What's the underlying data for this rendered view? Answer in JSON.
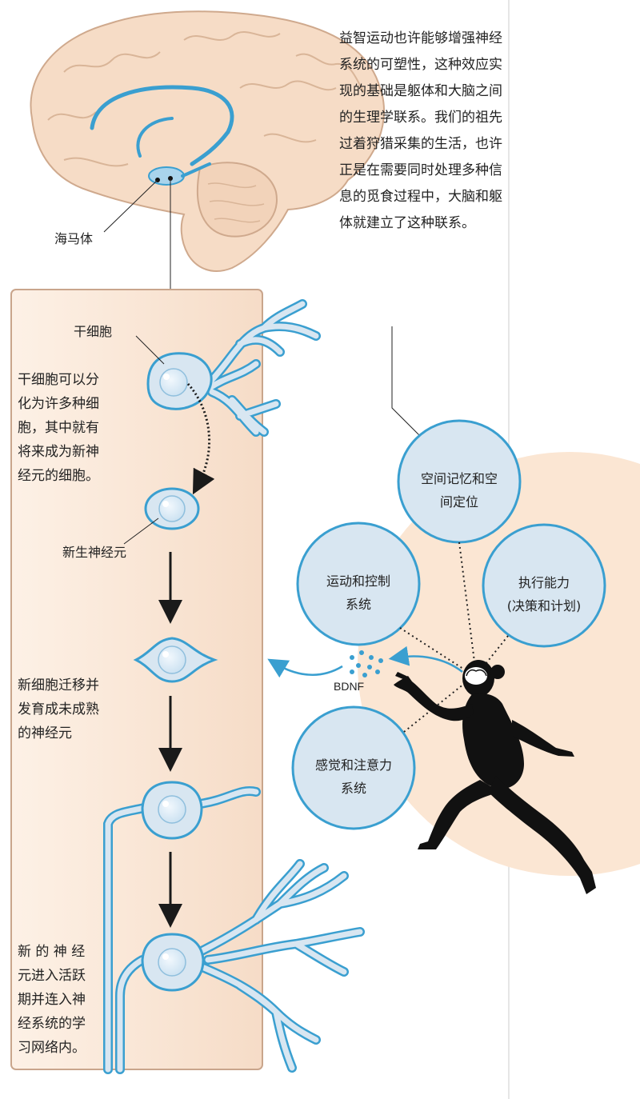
{
  "intro_text": "益智运动也许能够增强神经系统的可塑性，这种效应实现的基础是躯体和大脑之间的生理学联系。我们的祖先过着狩猎采集的生活，也许正是在需要同时处理多种信息的觅食过程中，大脑和躯体就建立了这种联系。",
  "brain": {
    "hippocampus_label": "海马体"
  },
  "neuro_stages": {
    "stem_cell_label": "干细胞",
    "stem_cell_desc": [
      "干细胞可以分",
      "化为许多种细",
      "胞，其中就有",
      "将来成为新神",
      "经元的细胞。"
    ],
    "new_neuron_label": "新生神经元",
    "migrate_desc": [
      "新细胞迁移并",
      "发育成未成熟",
      "的神经元"
    ],
    "network_desc": [
      "新 的 神 经",
      "元进入活跃",
      "期并连入神",
      "经系统的学",
      "习网络内。"
    ]
  },
  "bdnf_label": "BDNF",
  "systems": [
    {
      "id": "spatial",
      "lines": [
        "空间记忆和空",
        "间定位"
      ]
    },
    {
      "id": "motor",
      "lines": [
        "运动和控制",
        "系统"
      ]
    },
    {
      "id": "executive",
      "lines": [
        "执行能力",
        "(决策和计划)"
      ]
    },
    {
      "id": "sensory",
      "lines": [
        "感觉和注意力",
        "系统"
      ]
    }
  ],
  "colors": {
    "panel_fill": "#fbe7d6",
    "panel_stroke": "#c9a58c",
    "brain_fill": "#f6dcc6",
    "brain_stroke": "#cfa98d",
    "hippo_blue": "#3a9fd0",
    "circle_fill": "#d8e6f1",
    "circle_stroke": "#3a9fd0",
    "halo": "#fbe5d0",
    "silhouette": "#111111"
  }
}
